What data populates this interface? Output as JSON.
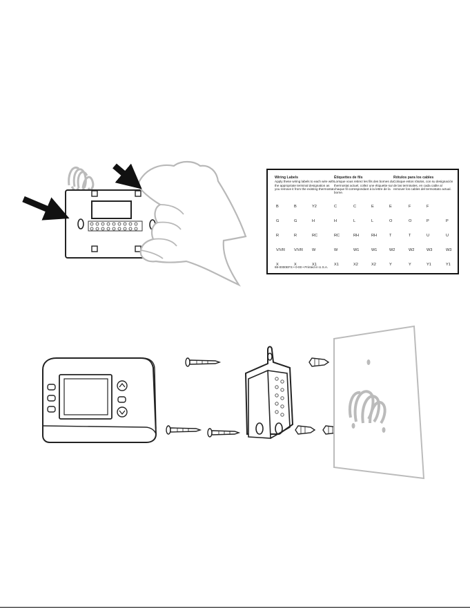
{
  "wiring_label_card": {
    "columns": [
      {
        "heading": "Wiring Labels",
        "text": "Apply these wiring labels to each wire with the appropriate terminal designation as you remove it from the existing thermostat."
      },
      {
        "heading": "Étiquettes de fils",
        "text": "Lorsque vous retirez les fils des bornes du thermostat actuel, collez une étiquette sur chaque fil correspondant à la lettre de la borne."
      },
      {
        "heading": "Rótulos para los cables",
        "text": "Coloque estos rótulos, con su designación de las terminales, en cada cable al remover los cables del termostato actual."
      }
    ],
    "rows": [
      [
        "B",
        "B",
        "Y2",
        "C",
        "C",
        "E",
        "E",
        "F",
        "F"
      ],
      [
        "G",
        "G",
        "H",
        "H",
        "L",
        "L",
        "O",
        "O",
        "P",
        "P"
      ],
      [
        "R",
        "R",
        "RC",
        "RC",
        "RH",
        "RH",
        "T",
        "T",
        "U",
        "U"
      ],
      [
        "V/VR",
        "V/VR",
        "W",
        "W",
        "W1",
        "W1",
        "W2",
        "W2",
        "W3",
        "W3"
      ],
      [
        "X",
        "X",
        "X1",
        "X1",
        "X2",
        "X2",
        "Y",
        "Y",
        "Y1",
        "Y1"
      ]
    ],
    "footer": "69-0000EFS  •  0-00  •  Printed in U.S.A."
  }
}
